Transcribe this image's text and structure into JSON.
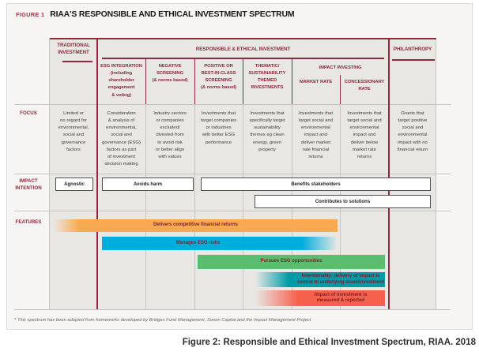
{
  "figure": {
    "label": "FIGURE 1",
    "title": "RIAA'S RESPONSIBLE AND ETHICAL INVESTMENT SPECTRUM",
    "footnote": "* This spectrum has been adopted from frameworks developed by Bridges Fund Management, Sonen Capital and the Impact Management Project"
  },
  "caption": "Figure 2: Responsible and Ethical Investment Spectrum, RIAA. 2018",
  "colors": {
    "maroon": "#8e2a3a",
    "panel_bg": "#f6f5f3",
    "table_bg": "#e9e7e4",
    "grid": "#c6c3c0",
    "bar_orange": "#f9a94f",
    "bar_blue": "#00aedd",
    "bar_green": "#5bbe6e",
    "bar_teal": "#009ba6",
    "bar_red": "#f6614e"
  },
  "table": {
    "top_headers": {
      "traditional": "TRADITIONAL\nINVESTMENT",
      "responsible": "RESPONSIBLE & ETHICAL INVESTMENT",
      "philanthropy": "PHILANTHROPY"
    },
    "sub_headers": [
      "ESG INTEGRATION\n(including\nshareholder\nengagement\n& voting)",
      "NEGATIVE\nSCREENING\n(& norms based)",
      "POSITIVE OR\nBEST-IN-CLASS\nSCREENING\n(& norms based)",
      "THEMATIC/\nSUSTAINABILITY\nTHEMED\nINVESTMENTS"
    ],
    "impact_investing": "IMPACT INVESTING",
    "market_rate": "MARKET RATE",
    "concessionary_rate": "CONCESSIONARY\nRATE",
    "row_labels": {
      "focus": "FOCUS",
      "impact_intention": "IMPACT\nINTENTION",
      "features": "FEATURES"
    },
    "focus_cells": [
      "Limited or\nno regard for\nenvironmental,\nsocial and\ngovernance\nfactors",
      "Consideration\n& analysis of\nenvironmental,\nsocial and\ngovernance (ESG)\nfactors as part\nof investment\ndecision making",
      "Industry sectors\nor companies\nexcluded/\ndivested from\nto avoid risk\nor better align\nwith values",
      "Investments that\ntarget companies\nor industries\nwith better ESG\nperformance",
      "Investments that\nspecifically target\nsustainability\nthemes eg clean\nenergy, green\nproperty",
      "Investments that\ntarget social and\nenvironmental\nimpact and\ndeliver market\nrate financial\nreturns",
      "Investments that\ntarget social and\nenvironmental\nimpact and\ndeliver below\nmarket rate\nreturns",
      "Grants that\ntarget positive\nsocial and\nenvironmental\nimpact with no\nfinancial return"
    ],
    "intention_boxes": {
      "agnostic": "Agnostic",
      "avoids_harm": "Avoids harm",
      "benefits_stakeholders": "Benefits stakeholders",
      "contributes_solutions": "Contributes to solutions"
    },
    "feature_bars": [
      {
        "label": "Delivers competitive financial returns",
        "color": "#f9a94f"
      },
      {
        "label": "Manages ESG risks",
        "color": "#00aedd"
      },
      {
        "label": "Pursues ESG opportunities",
        "color": "#5bbe6e"
      },
      {
        "label": "Intentionality: delivery of impact is\ncentral to underlying asset/investment",
        "color": "#009ba6"
      },
      {
        "label": "Impact of investment is\nmeasured & reported",
        "color": "#f6614e"
      }
    ]
  }
}
